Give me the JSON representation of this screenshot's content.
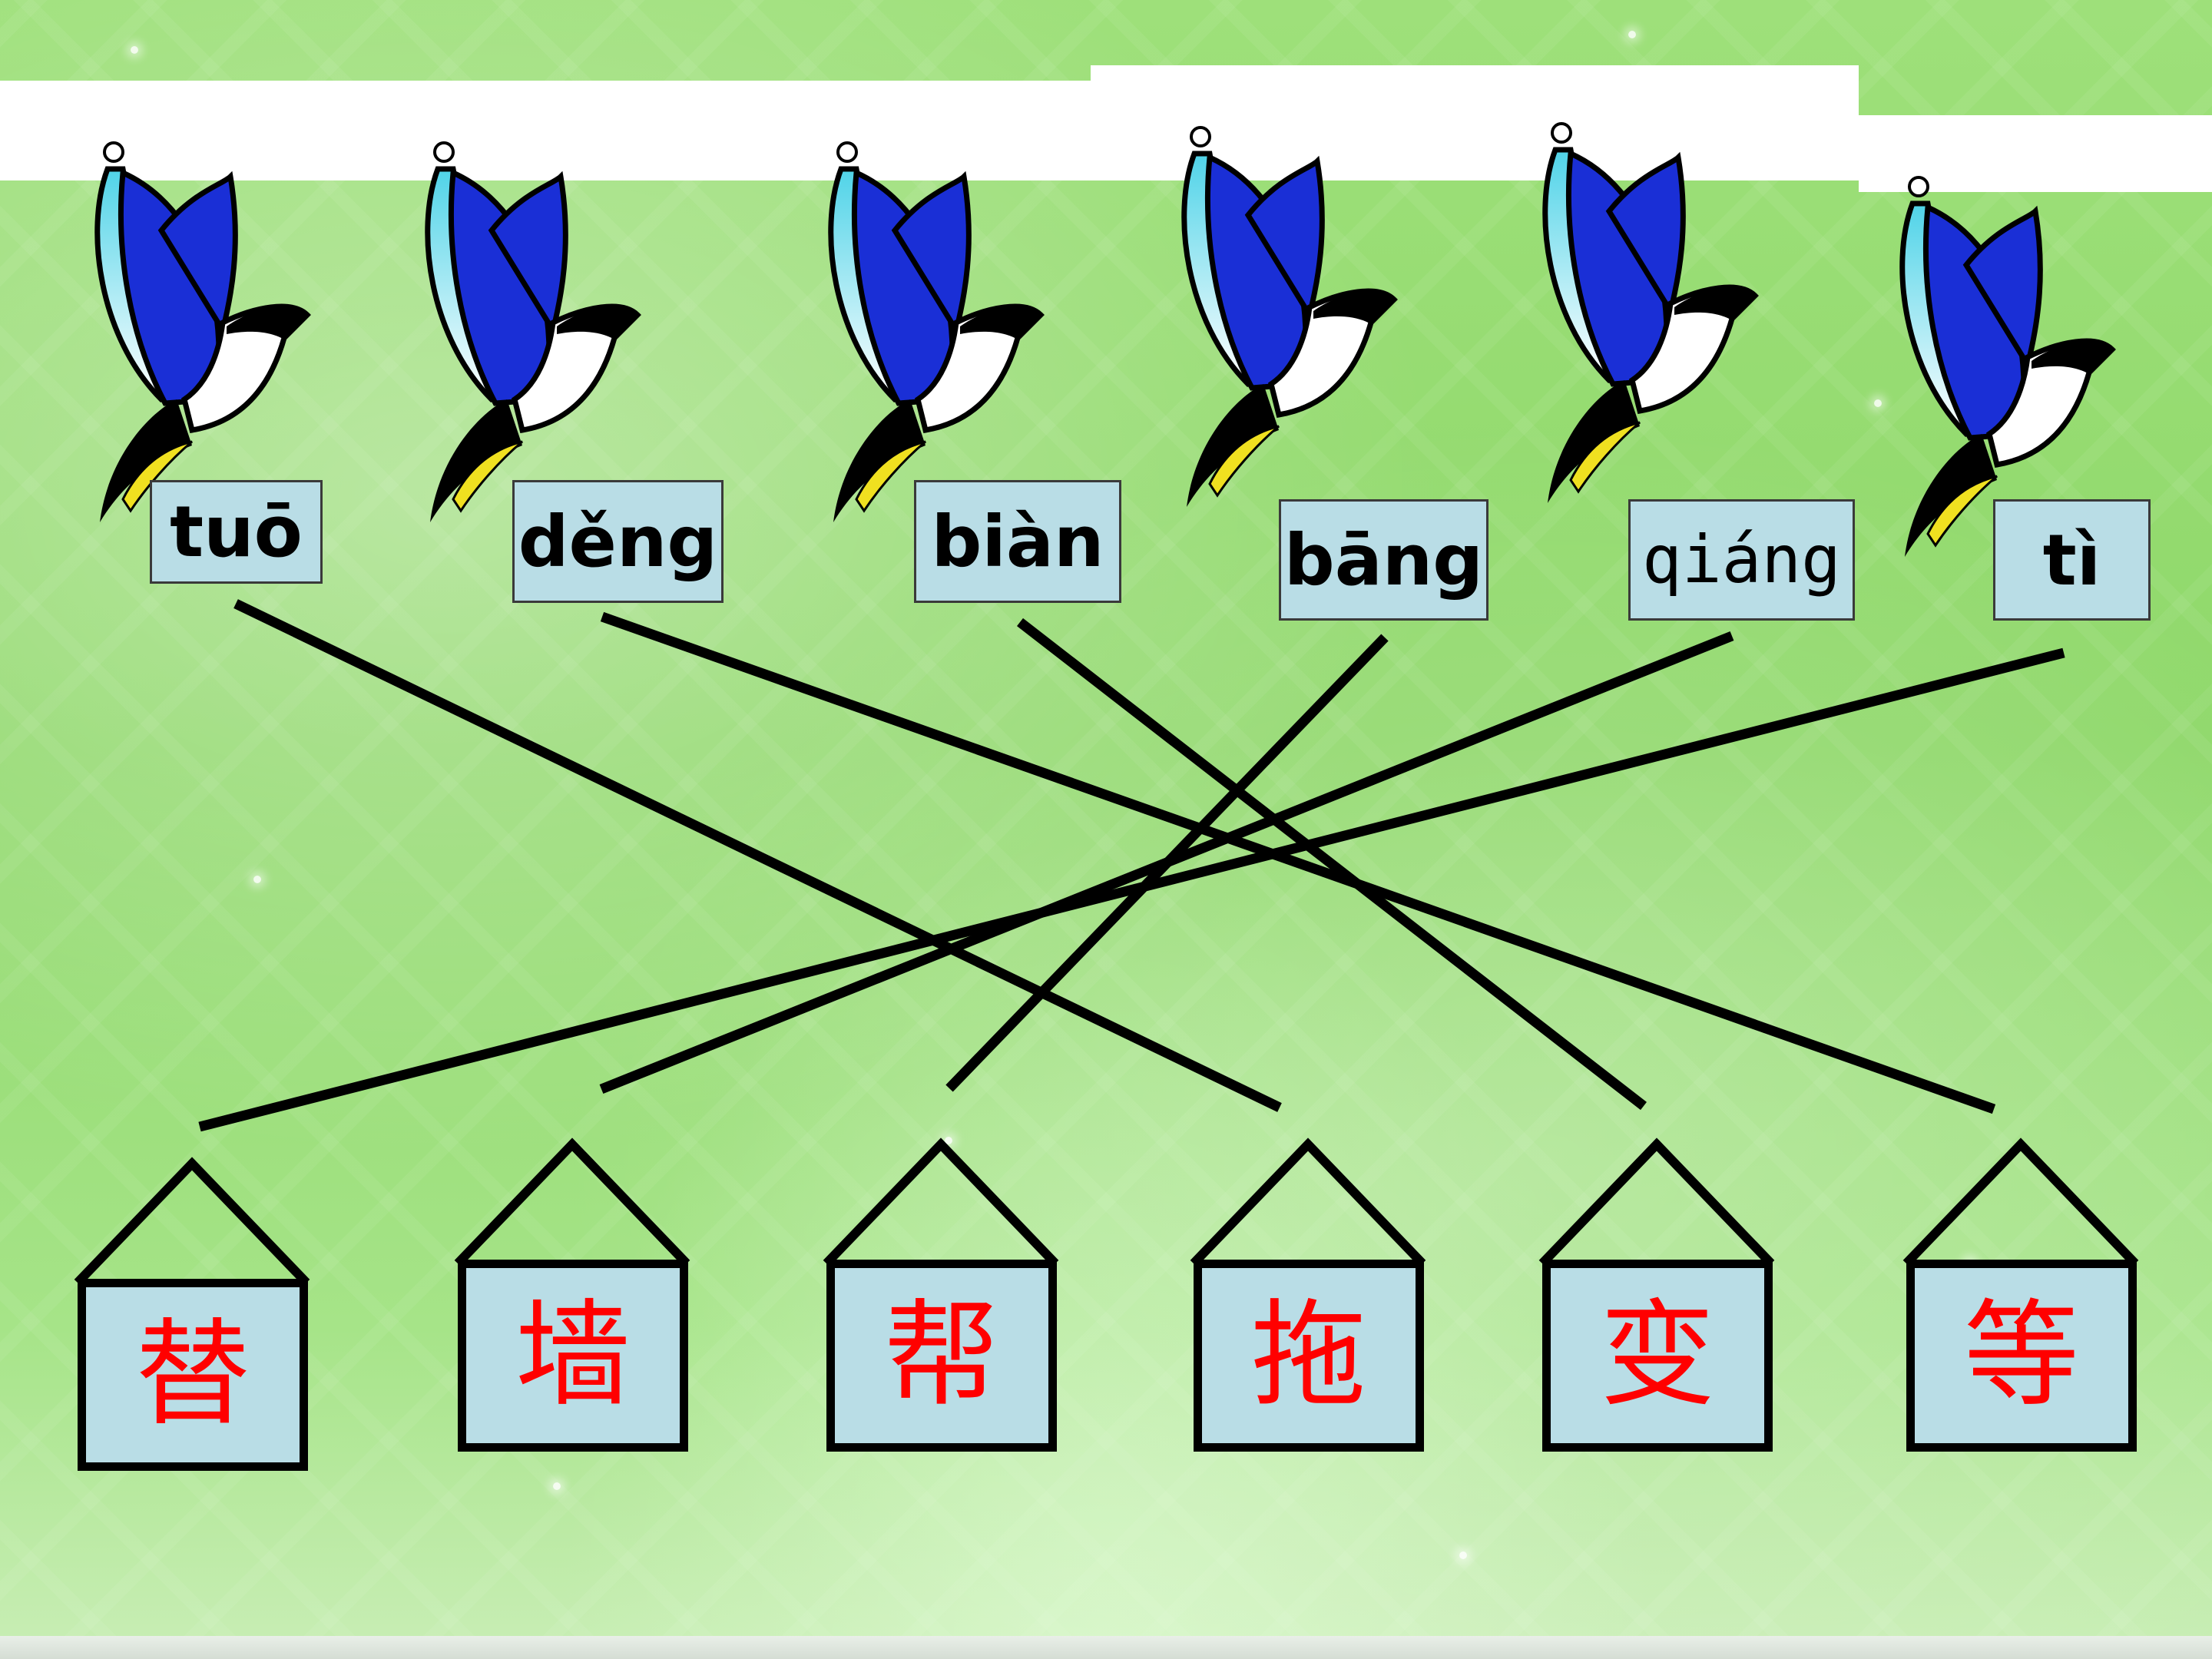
{
  "pinyin": [
    "tuō",
    "děng",
    "biàn",
    "bāng",
    "qiáng",
    "tì"
  ],
  "hanzi": [
    "替",
    "墙",
    "帮",
    "拖",
    "变",
    "等"
  ],
  "matches": [
    {
      "pinyin": "tuō",
      "hanzi": "拖"
    },
    {
      "pinyin": "děng",
      "hanzi": "等"
    },
    {
      "pinyin": "biàn",
      "hanzi": "变"
    },
    {
      "pinyin": "bāng",
      "hanzi": "帮"
    },
    {
      "pinyin": "qiáng",
      "hanzi": "墙"
    },
    {
      "pinyin": "tì",
      "hanzi": "替"
    }
  ],
  "colors": {
    "background": "#8fd86a",
    "box_fill": "#b9dde6",
    "hanzi": "#ff0000",
    "bird_wing": "#1a2fd6",
    "bird_wing_light": "#4fd3e8",
    "bird_beak": "#f0e020",
    "line": "#000000"
  },
  "icons": [
    "bird-icon",
    "house-icon"
  ]
}
